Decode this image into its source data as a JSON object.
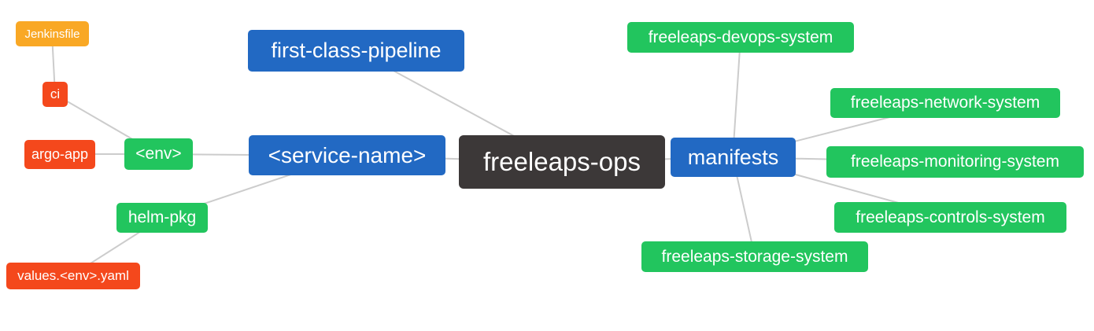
{
  "diagram": {
    "title": "freeleaps-ops mind map",
    "background": "#ffffff",
    "edge_color": "#cccccc",
    "text_color": "#ffffff",
    "colors": {
      "blue": "#2269c3",
      "green": "#22c55e",
      "orange": "#f9a825",
      "red": "#f4481c",
      "dark": "#3c3838"
    },
    "nodes": {
      "jenkinsfile": {
        "label": "Jenkinsfile",
        "color": "orange"
      },
      "ci": {
        "label": "ci",
        "color": "red"
      },
      "argo_app": {
        "label": "argo-app",
        "color": "red"
      },
      "env": {
        "label": "<env>",
        "color": "green"
      },
      "service_name": {
        "label": "<service-name>",
        "color": "blue"
      },
      "first_class_pipeline": {
        "label": "first-class-pipeline",
        "color": "blue"
      },
      "freeleaps_ops": {
        "label": "freeleaps-ops",
        "color": "dark"
      },
      "manifests": {
        "label": "manifests",
        "color": "blue"
      },
      "helm_pkg": {
        "label": "helm-pkg",
        "color": "green"
      },
      "values_env_yaml": {
        "label": "values.<env>.yaml",
        "color": "red"
      },
      "devops_system": {
        "label": "freeleaps-devops-system",
        "color": "green"
      },
      "network_system": {
        "label": "freeleaps-network-system",
        "color": "green"
      },
      "monitoring_system": {
        "label": "freeleaps-monitoring-system",
        "color": "green"
      },
      "controls_system": {
        "label": "freeleaps-controls-system",
        "color": "green"
      },
      "storage_system": {
        "label": "freeleaps-storage-system",
        "color": "green"
      }
    },
    "edges": [
      "Jenkinsfile - ci",
      "ci - <env>",
      "argo-app - <env>",
      "<env> - <service-name>",
      "<service-name> - freeleaps-ops",
      "first-class-pipeline - freeleaps-ops",
      "helm-pkg - <service-name>",
      "values.<env>.yaml - helm-pkg",
      "freeleaps-ops - manifests",
      "manifests - freeleaps-devops-system",
      "manifests - freeleaps-network-system",
      "manifests - freeleaps-monitoring-system",
      "manifests - freeleaps-controls-system",
      "manifests - freeleaps-storage-system"
    ]
  }
}
